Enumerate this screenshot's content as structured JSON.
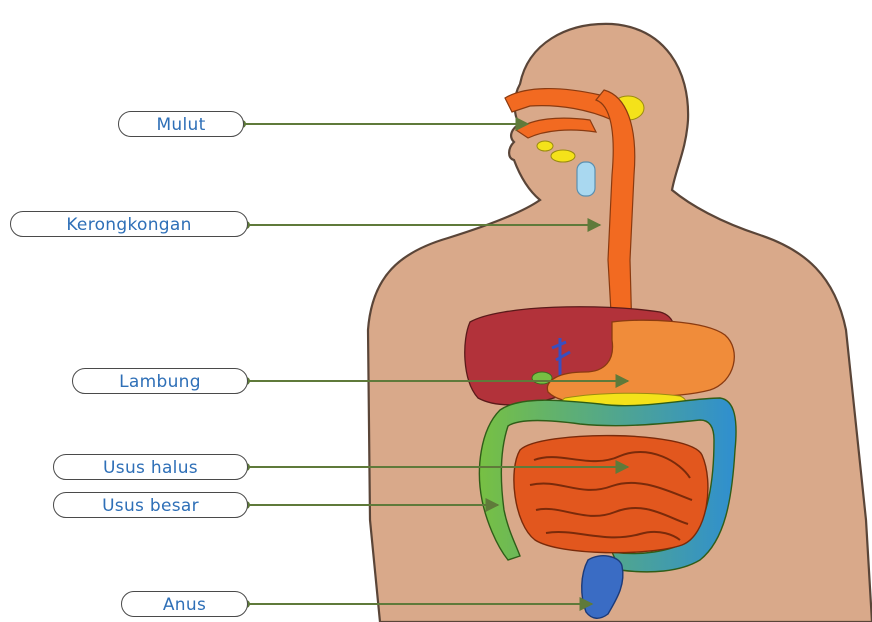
{
  "diagram": {
    "labels": {
      "mulut": "Mulut",
      "kerongkongan": "Kerongkongan",
      "lambung": "Lambung",
      "usus_halus": "Usus halus",
      "usus_besar": "Usus besar",
      "anus": "Anus"
    },
    "colors": {
      "skin": "#d9a98a",
      "skin_outline": "#5a4538",
      "esophagus": "#f26a21",
      "liver": "#b2323a",
      "small_intestine": "#e2571e",
      "large_intestine": "#77c043",
      "rectum": "#3a6cc4",
      "glands": "#f4e21a",
      "trachea": "#a9d8f0",
      "leader_line": "#5f7a3a",
      "label_text": "#2e6fb7"
    }
  }
}
